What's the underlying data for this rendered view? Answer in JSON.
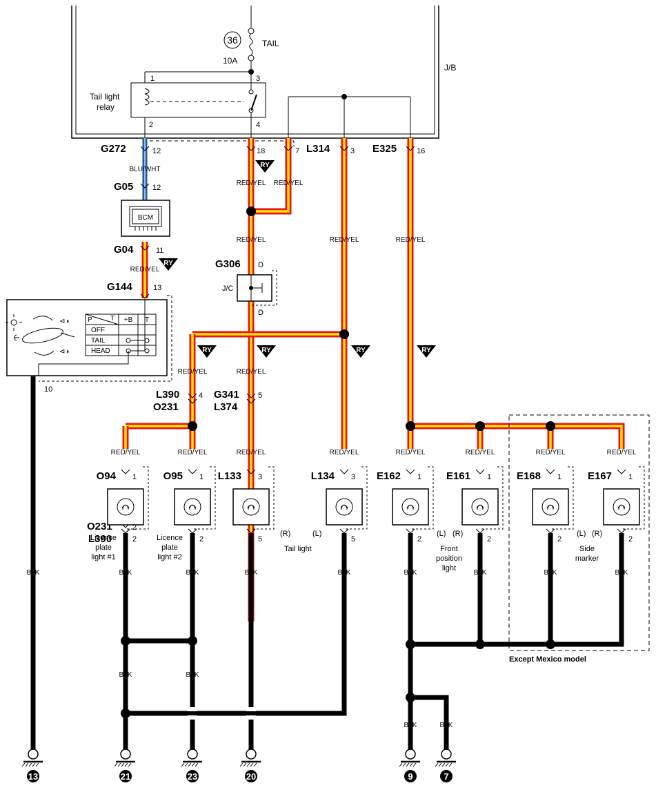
{
  "colors": {
    "wire_red": "#e8141c",
    "wire_yellow": "#ffe600",
    "wire_blue": "#1f5aa6",
    "wire_black": "#000000"
  },
  "jb": {
    "label": "J/B",
    "fuse_number": "36",
    "fuse_name": "TAIL",
    "fuse_amp": "10A",
    "relay_label_1": "Tail light",
    "relay_label_2": "relay",
    "pin1": "1",
    "pin2": "2",
    "pin3": "3",
    "pin4": "4"
  },
  "connectors": {
    "g272": "G272",
    "g272_pin": "12",
    "g272_pin7": "7",
    "j18": "18",
    "l314": "L314",
    "l314_pin": "3",
    "e325": "E325",
    "e325_pin": "16",
    "g05": "G05",
    "g05_pin": "12",
    "g04": "G04",
    "g04_pin": "11",
    "g144": "G144",
    "g144_pin": "13",
    "g306": "G306",
    "g306_pin_top": "D",
    "g306_pin_bot": "D",
    "l390_top": "L390",
    "o231_top": "O231",
    "l390_o231_pin": "4",
    "g341": "G341",
    "l374": "L374",
    "g341_pin": "5",
    "o231_bot": "O231",
    "l390_bot": "L390",
    "o231_l390_pin": "2",
    "pin10": "10"
  },
  "wire_labels": {
    "blu_wht": "BLU/WHT",
    "red_yel": "RED/YEL",
    "blk": "BLK",
    "ry": "RY"
  },
  "modules": {
    "bcm": "BCM",
    "jc": "J/C"
  },
  "switch_table": {
    "header_p": "P",
    "header_t_diag": "T",
    "header_b": "+B",
    "header_t": "T",
    "rows": [
      "OFF",
      "TAIL",
      "HEAD"
    ]
  },
  "lamps": [
    {
      "id": "O94",
      "top_pin": "1",
      "bot_pin": "2",
      "label": [
        "Licence",
        "plate",
        "light #1"
      ]
    },
    {
      "id": "O95",
      "top_pin": "1",
      "bot_pin": "2",
      "label": [
        "Licence",
        "plate",
        "light #2"
      ]
    },
    {
      "id": "L133",
      "top_pin": "3",
      "bot_pin": "5",
      "side": "(R)"
    },
    {
      "id": "L134",
      "top_pin": "3",
      "bot_pin": "5",
      "side": "(L)"
    },
    {
      "id": "E162",
      "top_pin": "1",
      "bot_pin": "2",
      "side": "(L)"
    },
    {
      "id": "E161",
      "top_pin": "1",
      "bot_pin": "2",
      "side": "(R)"
    },
    {
      "id": "E168",
      "top_pin": "1",
      "bot_pin": "2",
      "side": "(L)"
    },
    {
      "id": "E167",
      "top_pin": "1",
      "bot_pin": "2",
      "side": "(R)"
    }
  ],
  "captions": {
    "tail_light": "Tail light",
    "front_position": [
      "Front",
      "position",
      "light"
    ],
    "side_marker": [
      "Side",
      "marker"
    ],
    "except_mexico": "Except Mexico model"
  },
  "grounds": [
    "13",
    "21",
    "23",
    "20",
    "9",
    "7"
  ]
}
